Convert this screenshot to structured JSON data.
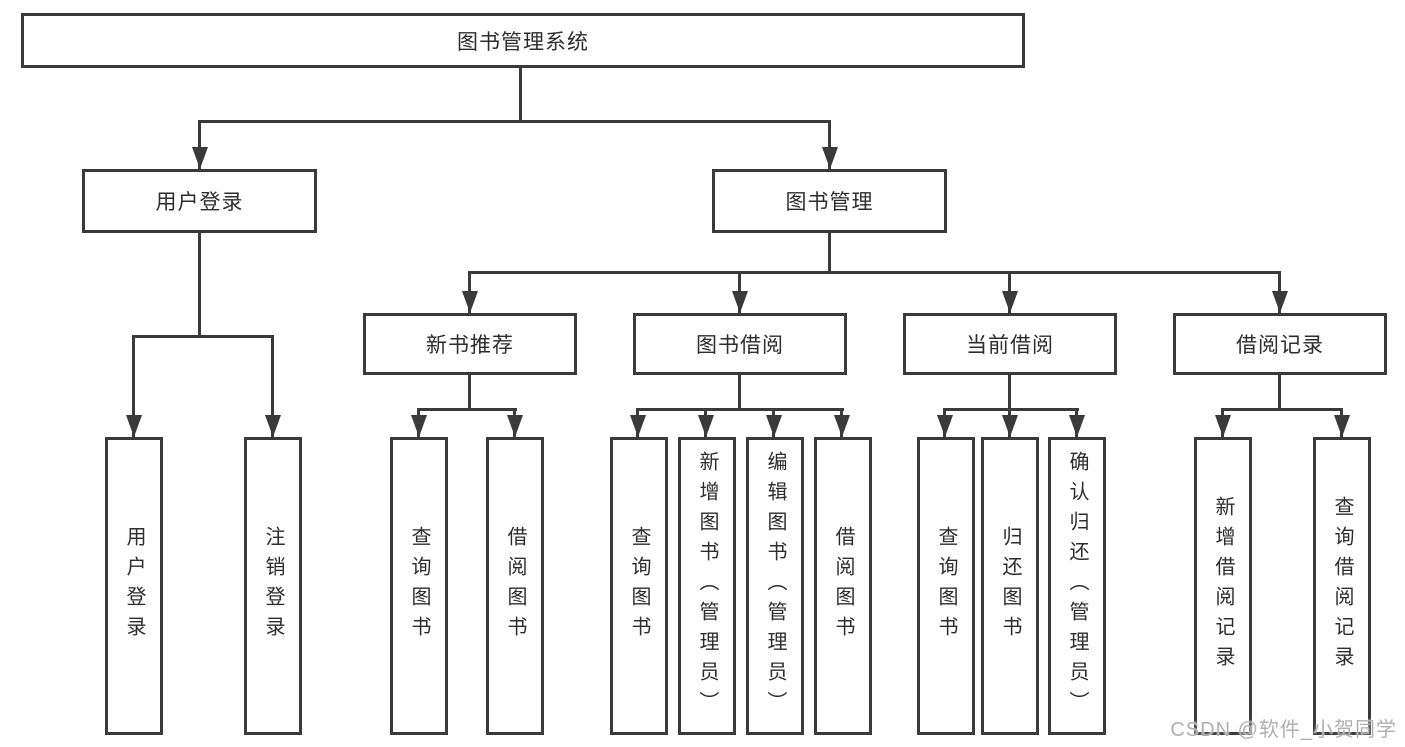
{
  "diagram": {
    "root": "图书管理系统",
    "level2": [
      "用户登录",
      "图书管理"
    ],
    "level3": [
      "新书推荐",
      "图书借阅",
      "当前借阅",
      "借阅记录"
    ],
    "leaves": {
      "user_login": [
        "用户登录",
        "注销登录"
      ],
      "new_book": [
        "查询图书",
        "借阅图书"
      ],
      "book_borrow": [
        "查询图书",
        "新增图书（管理员）",
        "编辑图书（管理员）",
        "借阅图书"
      ],
      "current_borrow": [
        "查询图书",
        "归还图书",
        "确认归还（管理员）"
      ],
      "borrow_records": [
        "新增借阅记录",
        "查询借阅记录"
      ]
    }
  },
  "colors": {
    "line": "#3a3a3a",
    "text": "#2d2d2d",
    "background": "#ffffff",
    "watermark": "#b0b0b0"
  },
  "watermark": "CSDN @软件_小贺同学"
}
